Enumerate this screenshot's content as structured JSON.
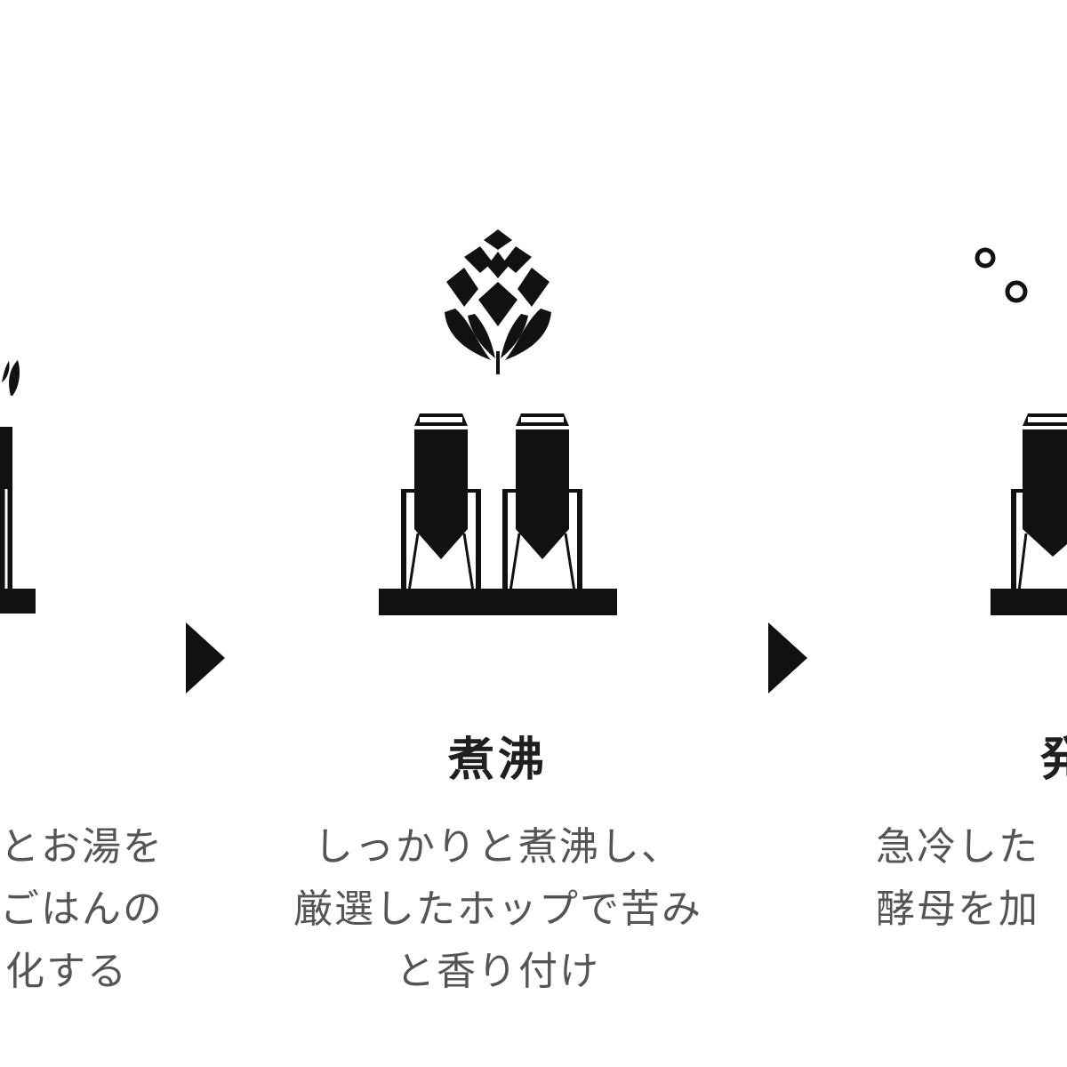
{
  "colors": {
    "ink": "#111111",
    "title_text": "#1f1f1f",
    "body_text": "#555555",
    "background": "#ffffff"
  },
  "steps": [
    {
      "title": "",
      "icons": [
        "sprout-icon",
        "tank-icon"
      ],
      "desc_lines": [
        "とお湯を",
        "ごはんの",
        "化する"
      ]
    },
    {
      "title": "煮沸",
      "icons": [
        "hop-icon",
        "tank-icon",
        "tank-icon"
      ],
      "desc_lines": [
        "しっかりと煮沸し、",
        "厳選したホップで苦み",
        "と香り付け"
      ]
    },
    {
      "title": "発",
      "icons": [
        "bubbles-icon",
        "tank-icon"
      ],
      "desc_lines": [
        "急冷した",
        "酵母を加"
      ]
    }
  ],
  "arrows": [
    "play-arrow-icon",
    "play-arrow-icon"
  ]
}
